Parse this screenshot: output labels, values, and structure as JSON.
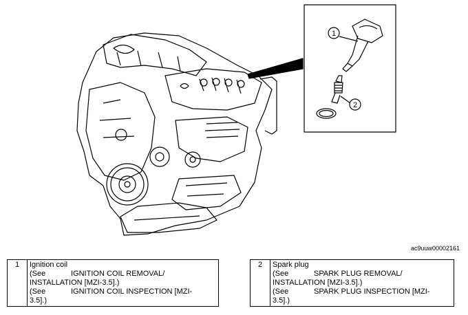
{
  "figure_id": "ac9uuw00002161",
  "callouts": [
    {
      "number": "1"
    },
    {
      "number": "2"
    }
  ],
  "legend": [
    {
      "number": "1",
      "name": "Ignition coil",
      "refs": [
        {
          "prefix": "(See",
          "text": "IGNITION COIL REMOVAL/",
          "cont": "INSTALLATION [MZI-3.5].)"
        },
        {
          "prefix": "(See",
          "text": "IGNITION COIL INSPECTION [MZI-",
          "cont": "3.5].)"
        }
      ]
    },
    {
      "number": "2",
      "name": "Spark plug",
      "refs": [
        {
          "prefix": "(See",
          "text": "SPARK PLUG REMOVAL/",
          "cont": "INSTALLATION [MZI-3.5].)"
        },
        {
          "prefix": "(See",
          "text": "SPARK PLUG INSPECTION [MZI-",
          "cont": "3.5].)"
        }
      ]
    }
  ]
}
